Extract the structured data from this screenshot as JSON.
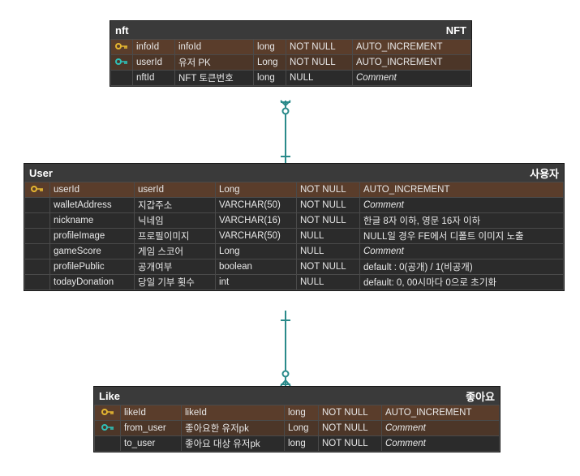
{
  "colors": {
    "pk_row": "#5a3d2b",
    "fk_row": "#4c3628",
    "pk_key": "#e5b631",
    "fk_key": "#2fbfb7",
    "relation": "#2a8a8a"
  },
  "entities": {
    "nft": {
      "name": "nft",
      "comment": "NFT",
      "columns": [
        {
          "key": "pk-key-icon",
          "name": "infoId",
          "logical": "infoId",
          "type": "long",
          "nullable": "NOT NULL",
          "comment": "AUTO_INCREMENT",
          "comment_placeholder": false
        },
        {
          "key": "fk-key-icon",
          "name": "userId",
          "logical": "유저 PK",
          "type": "Long",
          "nullable": "NOT NULL",
          "comment": "AUTO_INCREMENT",
          "comment_placeholder": false
        },
        {
          "key": "",
          "name": "nftId",
          "logical": "NFT 토큰번호",
          "type": "long",
          "nullable": "NULL",
          "comment": "Comment",
          "comment_placeholder": true
        }
      ]
    },
    "user": {
      "name": "User",
      "comment": "사용자",
      "columns": [
        {
          "key": "pk-key-icon",
          "name": "userId",
          "logical": "userId",
          "type": "Long",
          "nullable": "NOT NULL",
          "comment": "AUTO_INCREMENT",
          "comment_placeholder": false
        },
        {
          "key": "",
          "name": "walletAddress",
          "logical": "지갑주소",
          "type": "VARCHAR(50)",
          "nullable": "NOT NULL",
          "comment": "Comment",
          "comment_placeholder": true
        },
        {
          "key": "",
          "name": "nickname",
          "logical": "닉네임",
          "type": "VARCHAR(16)",
          "nullable": "NOT NULL",
          "comment": "한글 8자 이하, 영문 16자 이하",
          "comment_placeholder": false
        },
        {
          "key": "",
          "name": "profileImage",
          "logical": "프로필이미지",
          "type": "VARCHAR(50)",
          "nullable": "NULL",
          "comment": "NULL일 경우 FE에서 디폴트 이미지 노출",
          "comment_placeholder": false
        },
        {
          "key": "",
          "name": "gameScore",
          "logical": "게임 스코어",
          "type": "Long",
          "nullable": "NULL",
          "comment": "Comment",
          "comment_placeholder": true
        },
        {
          "key": "",
          "name": "profilePublic",
          "logical": "공개여부",
          "type": "boolean",
          "nullable": "NOT NULL",
          "comment": "default : 0(공개) / 1(비공개)",
          "comment_placeholder": false
        },
        {
          "key": "",
          "name": "todayDonation",
          "logical": "당일 기부 횟수",
          "type": "int",
          "nullable": "NULL",
          "comment": "default: 0, 00시마다 0으로 초기화",
          "comment_placeholder": false
        }
      ]
    },
    "like": {
      "name": "Like",
      "comment": "좋아요",
      "columns": [
        {
          "key": "pk-key-icon",
          "name": "likeId",
          "logical": "likeId",
          "type": "long",
          "nullable": "NOT NULL",
          "comment": "AUTO_INCREMENT",
          "comment_placeholder": false
        },
        {
          "key": "fk-key-icon",
          "name": "from_user",
          "logical": "좋아요한 유저pk",
          "type": "Long",
          "nullable": "NOT NULL",
          "comment": "Comment",
          "comment_placeholder": true
        },
        {
          "key": "",
          "name": "to_user",
          "logical": "좋아요 대상 유저pk",
          "type": "long",
          "nullable": "NOT NULL",
          "comment": "Comment",
          "comment_placeholder": true
        }
      ]
    }
  }
}
